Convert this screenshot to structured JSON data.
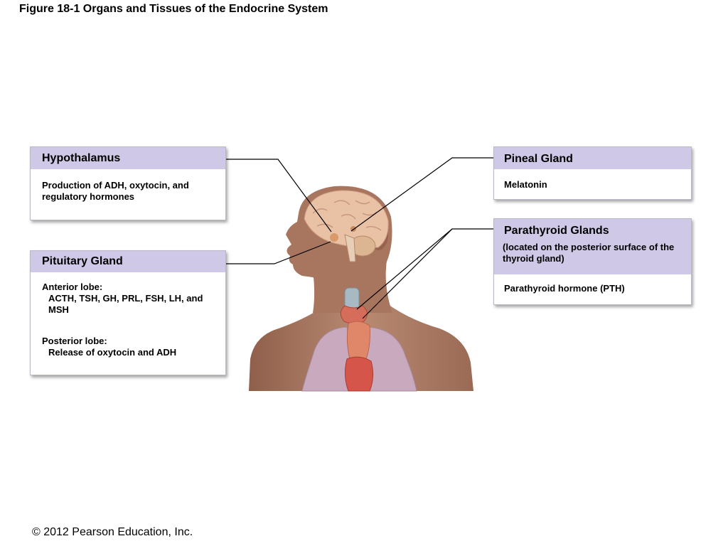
{
  "title": "Figure 18-1  Organs and Tissues of the Endocrine System",
  "copyright": "© 2012 Pearson Education, Inc.",
  "colors": {
    "header_bg": "#cfc8e6",
    "leader_line": "#000000",
    "skin": "#b27f66",
    "brain": "#e9c2a6",
    "lung": "#c9a9bd"
  },
  "hypothalamus": {
    "heading": "Hypothalamus",
    "text": "Production of ADH, oxytocin, and regulatory hormones"
  },
  "pituitary": {
    "heading": "Pituitary Gland",
    "anterior_label": "Anterior lobe:",
    "anterior_text": "ACTH, TSH, GH, PRL, FSH, LH, and MSH",
    "posterior_label": "Posterior lobe:",
    "posterior_text": "Release of oxytocin and ADH"
  },
  "pineal": {
    "heading": "Pineal Gland",
    "text": "Melatonin"
  },
  "parathyroid": {
    "heading": "Parathyroid Glands",
    "subheading": "(located on the posterior surface of the thyroid gland)",
    "text": "Parathyroid hormone (PTH)"
  }
}
